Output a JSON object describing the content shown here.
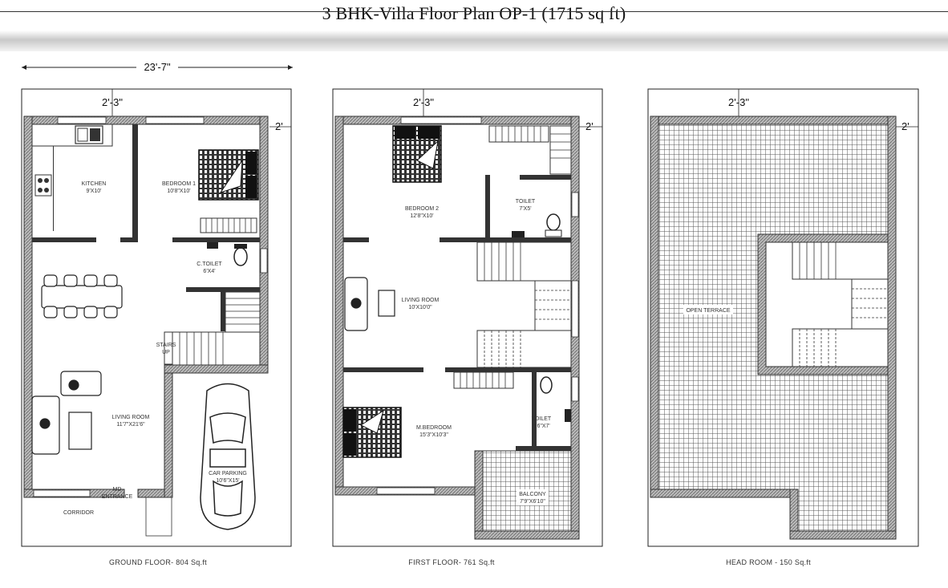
{
  "title": "3 BHK-Villa Floor Plan OP-1 (1715 sq ft)",
  "ground": {
    "overall_width": "23'-7\"",
    "setback_top": "2'-3\"",
    "setback_side": "2'",
    "kitchen": {
      "name": "KITCHEN",
      "size": "9'X10'"
    },
    "bedroom1": {
      "name": "BEDROOM 1",
      "size": "10'8\"X10'"
    },
    "ctoilet": {
      "name": "C.TOILET",
      "size": "6'X4'"
    },
    "stairs": {
      "name": "STAIRS",
      "dir": "UP"
    },
    "living": {
      "name": "LIVING ROOM",
      "size": "11'7\"X21'6\""
    },
    "parking": {
      "name": "CAR PARKING",
      "size": "10'6\"X15'"
    },
    "entrance": {
      "name": "MD",
      "sub": "ENTRANCE"
    },
    "corridor": "CORRIDOR",
    "caption": "GROUND FLOOR- 804 Sq.ft"
  },
  "first": {
    "setback_top": "2'-3\"",
    "setback_side": "2'",
    "bedroom2": {
      "name": "BEDROOM 2",
      "size": "12'8\"X10'"
    },
    "toilet1": {
      "name": "TOILET",
      "size": "7'X5'"
    },
    "living": {
      "name": "LIVING ROOM",
      "size": "10'X10'0\""
    },
    "mbedroom": {
      "name": "M.BEDROOM",
      "size": "15'3\"X10'3\""
    },
    "toilet2": {
      "name": "TOILET",
      "size": "4'6\"X7'"
    },
    "balcony": {
      "name": "BALCONY",
      "size": "7'9\"X6'10\""
    },
    "caption": "FIRST FLOOR- 761 Sq.ft"
  },
  "head": {
    "setback_top": "2'-3\"",
    "setback_side": "2'",
    "terrace": "OPEN TERRACE",
    "caption": "HEAD ROOM - 150 Sq.ft"
  }
}
